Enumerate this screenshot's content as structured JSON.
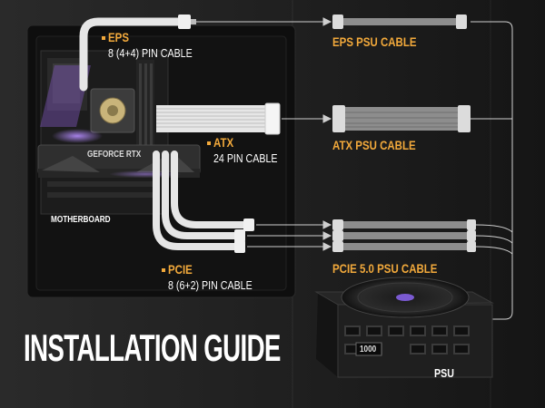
{
  "title": "INSTALLATION GUIDE",
  "labels": {
    "eps_name": "EPS",
    "eps_desc": "8 (4+4) PIN CABLE",
    "atx_name": "ATX",
    "atx_desc": "24 PIN CABLE",
    "pcie_name": "PCIE",
    "pcie_desc": "8 (6+2) PIN CABLE",
    "motherboard": "MOTHERBOARD",
    "gpu": "GEFORCE RTX",
    "eps_psu": "EPS PSU CABLE",
    "atx_psu": "ATX PSU CABLE",
    "pcie_psu": "PCIE 5.0 PSU CABLE",
    "psu": "PSU",
    "psu_badge": "1000"
  },
  "colors": {
    "background": "#1b1b1b",
    "accent": "#f2a93b",
    "text": "#ffffff",
    "cable": "#e6e6e6",
    "psu_cable": "#9a9a9a"
  },
  "icons": [
    "motherboard-image",
    "gpu-image",
    "psu-image",
    "cpu-cooler-icon",
    "fan-icon"
  ]
}
